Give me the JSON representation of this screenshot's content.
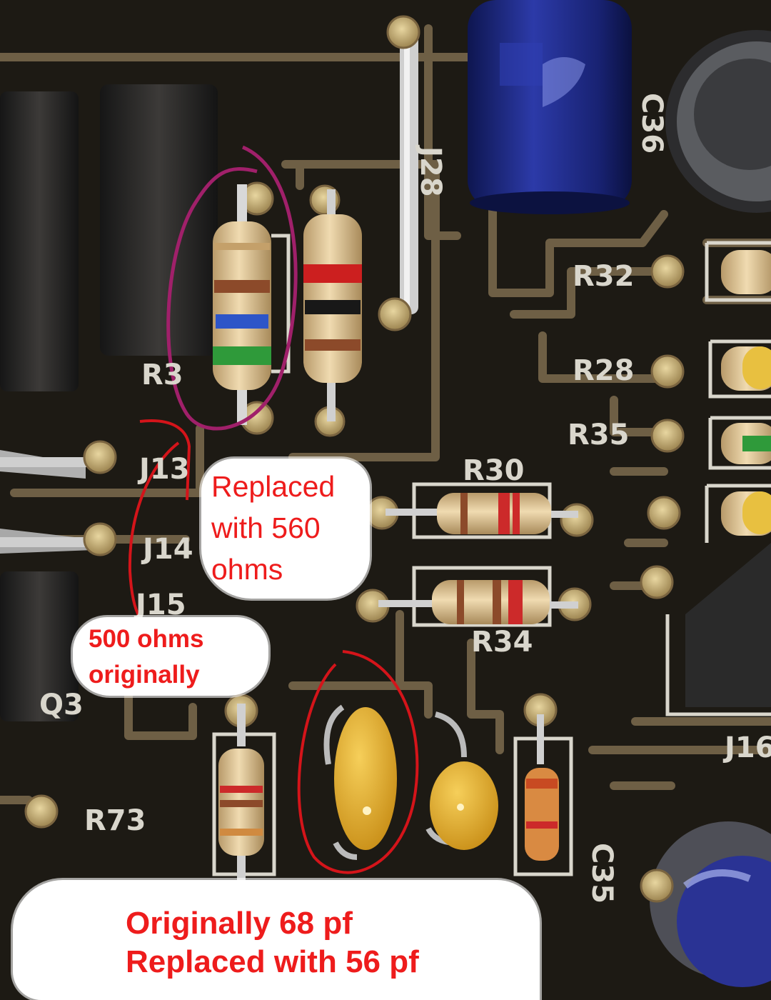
{
  "silkscreen": {
    "j28": "J28",
    "c36": "C36",
    "r32": "R32",
    "r28": "R28",
    "r35": "R35",
    "r30": "R30",
    "r34": "R34",
    "j13": "J13",
    "j14": "J14",
    "j15": "J15",
    "r73": "R73",
    "c35": "C35",
    "q3": "Q3",
    "j16": "J16",
    "r3": "R3"
  },
  "annotations": {
    "replaced_560": [
      "Replaced",
      "with 560",
      "ohms"
    ],
    "original_500": [
      "500 ohms",
      "originally"
    ],
    "capacitor": [
      "Originally 68 pf",
      "Replaced with 56 pf"
    ]
  },
  "colors": {
    "board": "#1d1a14",
    "trace": "#6e5f45",
    "silkscreen": "#d9d6cc",
    "annotation_text": "#ee1c1c",
    "circle_purple": "#a0206a",
    "circle_red": "#d4141a",
    "capacitor_yellow": "#e8b32a",
    "electrolytic_blue": "#1f2a8a"
  }
}
